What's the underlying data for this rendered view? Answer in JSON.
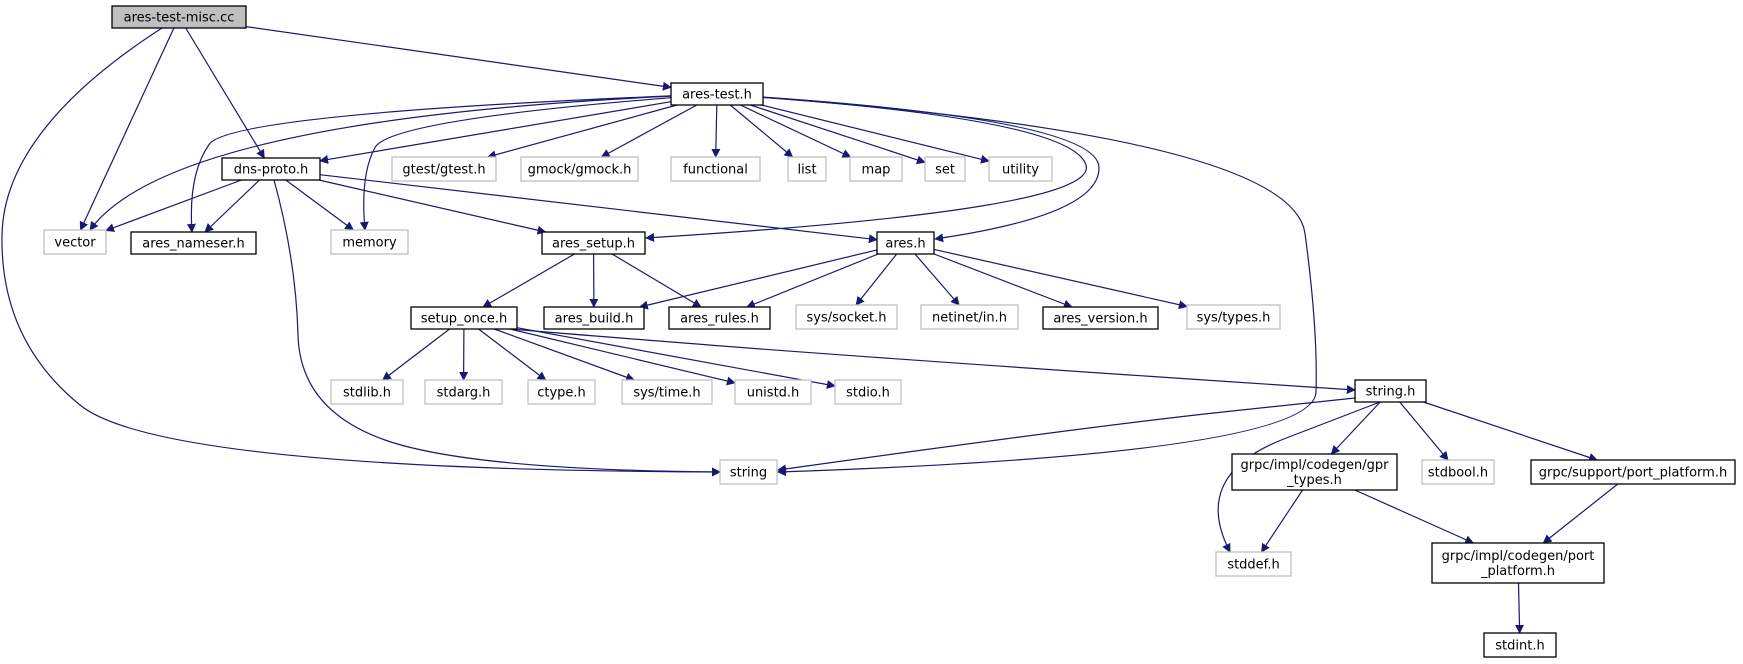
{
  "colors": {
    "edge": "#191970",
    "root_fill": "#bfbfbf",
    "root_border": "#000000",
    "documented_border": "#000000",
    "external_border": "#bfbfbf",
    "node_fill": "#ffffff",
    "text": "#000000"
  },
  "nodes": [
    {
      "id": "ares_test_misc_cc",
      "kind": "root",
      "lines": [
        "ares-test-misc.cc"
      ]
    },
    {
      "id": "ares_test_h",
      "kind": "documented",
      "lines": [
        "ares-test.h"
      ]
    },
    {
      "id": "dns_proto_h",
      "kind": "documented",
      "lines": [
        "dns-proto.h"
      ]
    },
    {
      "id": "gtest",
      "kind": "external",
      "lines": [
        "gtest/gtest.h"
      ]
    },
    {
      "id": "gmock",
      "kind": "external",
      "lines": [
        "gmock/gmock.h"
      ]
    },
    {
      "id": "functional",
      "kind": "external",
      "lines": [
        "functional"
      ]
    },
    {
      "id": "list",
      "kind": "external",
      "lines": [
        "list"
      ]
    },
    {
      "id": "map",
      "kind": "external",
      "lines": [
        "map"
      ]
    },
    {
      "id": "set",
      "kind": "external",
      "lines": [
        "set"
      ]
    },
    {
      "id": "utility",
      "kind": "external",
      "lines": [
        "utility"
      ]
    },
    {
      "id": "vector",
      "kind": "external",
      "lines": [
        "vector"
      ]
    },
    {
      "id": "ares_nameser_h",
      "kind": "documented",
      "lines": [
        "ares_nameser.h"
      ]
    },
    {
      "id": "memory",
      "kind": "external",
      "lines": [
        "memory"
      ]
    },
    {
      "id": "ares_setup_h",
      "kind": "documented",
      "lines": [
        "ares_setup.h"
      ]
    },
    {
      "id": "ares_h",
      "kind": "documented",
      "lines": [
        "ares.h"
      ]
    },
    {
      "id": "setup_once_h",
      "kind": "documented",
      "lines": [
        "setup_once.h"
      ]
    },
    {
      "id": "ares_build_h",
      "kind": "documented",
      "lines": [
        "ares_build.h"
      ]
    },
    {
      "id": "ares_rules_h",
      "kind": "documented",
      "lines": [
        "ares_rules.h"
      ]
    },
    {
      "id": "sys_socket_h",
      "kind": "external",
      "lines": [
        "sys/socket.h"
      ]
    },
    {
      "id": "netinet_in_h",
      "kind": "external",
      "lines": [
        "netinet/in.h"
      ]
    },
    {
      "id": "ares_version_h",
      "kind": "documented",
      "lines": [
        "ares_version.h"
      ]
    },
    {
      "id": "sys_types_h",
      "kind": "external",
      "lines": [
        "sys/types.h"
      ]
    },
    {
      "id": "stdlib_h",
      "kind": "external",
      "lines": [
        "stdlib.h"
      ]
    },
    {
      "id": "stdarg_h",
      "kind": "external",
      "lines": [
        "stdarg.h"
      ]
    },
    {
      "id": "ctype_h",
      "kind": "external",
      "lines": [
        "ctype.h"
      ]
    },
    {
      "id": "sys_time_h",
      "kind": "external",
      "lines": [
        "sys/time.h"
      ]
    },
    {
      "id": "unistd_h",
      "kind": "external",
      "lines": [
        "unistd.h"
      ]
    },
    {
      "id": "stdio_h",
      "kind": "external",
      "lines": [
        "stdio.h"
      ]
    },
    {
      "id": "string_h",
      "kind": "documented",
      "lines": [
        "string.h"
      ]
    },
    {
      "id": "string",
      "kind": "external",
      "lines": [
        "string"
      ]
    },
    {
      "id": "gpr_types_h",
      "kind": "documented",
      "lines": [
        "grpc/impl/codegen/gpr",
        "_types.h"
      ]
    },
    {
      "id": "stdbool_h",
      "kind": "external",
      "lines": [
        "stdbool.h"
      ]
    },
    {
      "id": "port_platform_support_h",
      "kind": "documented",
      "lines": [
        "grpc/support/port_platform.h"
      ]
    },
    {
      "id": "stddef_h",
      "kind": "external",
      "lines": [
        "stddef.h"
      ]
    },
    {
      "id": "port_platform_codegen_h",
      "kind": "documented",
      "lines": [
        "grpc/impl/codegen/port",
        "_platform.h"
      ]
    },
    {
      "id": "stdint_h",
      "kind": "documented",
      "lines": [
        "stdint.h"
      ]
    }
  ],
  "edges": [
    {
      "from": "ares_test_misc_cc",
      "to": "ares_test_h"
    },
    {
      "from": "ares_test_misc_cc",
      "to": "dns_proto_h"
    },
    {
      "from": "ares_test_misc_cc",
      "to": "vector"
    },
    {
      "from": "ares_test_misc_cc",
      "to": "string"
    },
    {
      "from": "ares_test_h",
      "to": "dns_proto_h"
    },
    {
      "from": "ares_test_h",
      "to": "gtest"
    },
    {
      "from": "ares_test_h",
      "to": "gmock"
    },
    {
      "from": "ares_test_h",
      "to": "functional"
    },
    {
      "from": "ares_test_h",
      "to": "list"
    },
    {
      "from": "ares_test_h",
      "to": "map"
    },
    {
      "from": "ares_test_h",
      "to": "set"
    },
    {
      "from": "ares_test_h",
      "to": "utility"
    },
    {
      "from": "ares_test_h",
      "to": "vector"
    },
    {
      "from": "ares_test_h",
      "to": "ares_nameser_h"
    },
    {
      "from": "ares_test_h",
      "to": "memory"
    },
    {
      "from": "ares_test_h",
      "to": "ares_setup_h"
    },
    {
      "from": "ares_test_h",
      "to": "ares_h"
    },
    {
      "from": "ares_test_h",
      "to": "string"
    },
    {
      "from": "dns_proto_h",
      "to": "vector"
    },
    {
      "from": "dns_proto_h",
      "to": "ares_nameser_h"
    },
    {
      "from": "dns_proto_h",
      "to": "memory"
    },
    {
      "from": "dns_proto_h",
      "to": "ares_setup_h"
    },
    {
      "from": "dns_proto_h",
      "to": "ares_h"
    },
    {
      "from": "dns_proto_h",
      "to": "string"
    },
    {
      "from": "ares_setup_h",
      "to": "setup_once_h"
    },
    {
      "from": "ares_setup_h",
      "to": "ares_build_h"
    },
    {
      "from": "ares_setup_h",
      "to": "ares_rules_h"
    },
    {
      "from": "ares_h",
      "to": "ares_build_h"
    },
    {
      "from": "ares_h",
      "to": "ares_rules_h"
    },
    {
      "from": "ares_h",
      "to": "sys_socket_h"
    },
    {
      "from": "ares_h",
      "to": "netinet_in_h"
    },
    {
      "from": "ares_h",
      "to": "ares_version_h"
    },
    {
      "from": "ares_h",
      "to": "sys_types_h"
    },
    {
      "from": "setup_once_h",
      "to": "stdlib_h"
    },
    {
      "from": "setup_once_h",
      "to": "stdarg_h"
    },
    {
      "from": "setup_once_h",
      "to": "ctype_h"
    },
    {
      "from": "setup_once_h",
      "to": "sys_time_h"
    },
    {
      "from": "setup_once_h",
      "to": "unistd_h"
    },
    {
      "from": "setup_once_h",
      "to": "stdio_h"
    },
    {
      "from": "setup_once_h",
      "to": "string_h"
    },
    {
      "from": "string_h",
      "to": "string"
    },
    {
      "from": "string_h",
      "to": "stddef_h"
    },
    {
      "from": "string_h",
      "to": "gpr_types_h"
    },
    {
      "from": "string_h",
      "to": "stdbool_h"
    },
    {
      "from": "string_h",
      "to": "port_platform_support_h"
    },
    {
      "from": "gpr_types_h",
      "to": "stddef_h"
    },
    {
      "from": "gpr_types_h",
      "to": "port_platform_codegen_h"
    },
    {
      "from": "port_platform_support_h",
      "to": "port_platform_codegen_h"
    },
    {
      "from": "port_platform_codegen_h",
      "to": "stdint_h"
    }
  ]
}
